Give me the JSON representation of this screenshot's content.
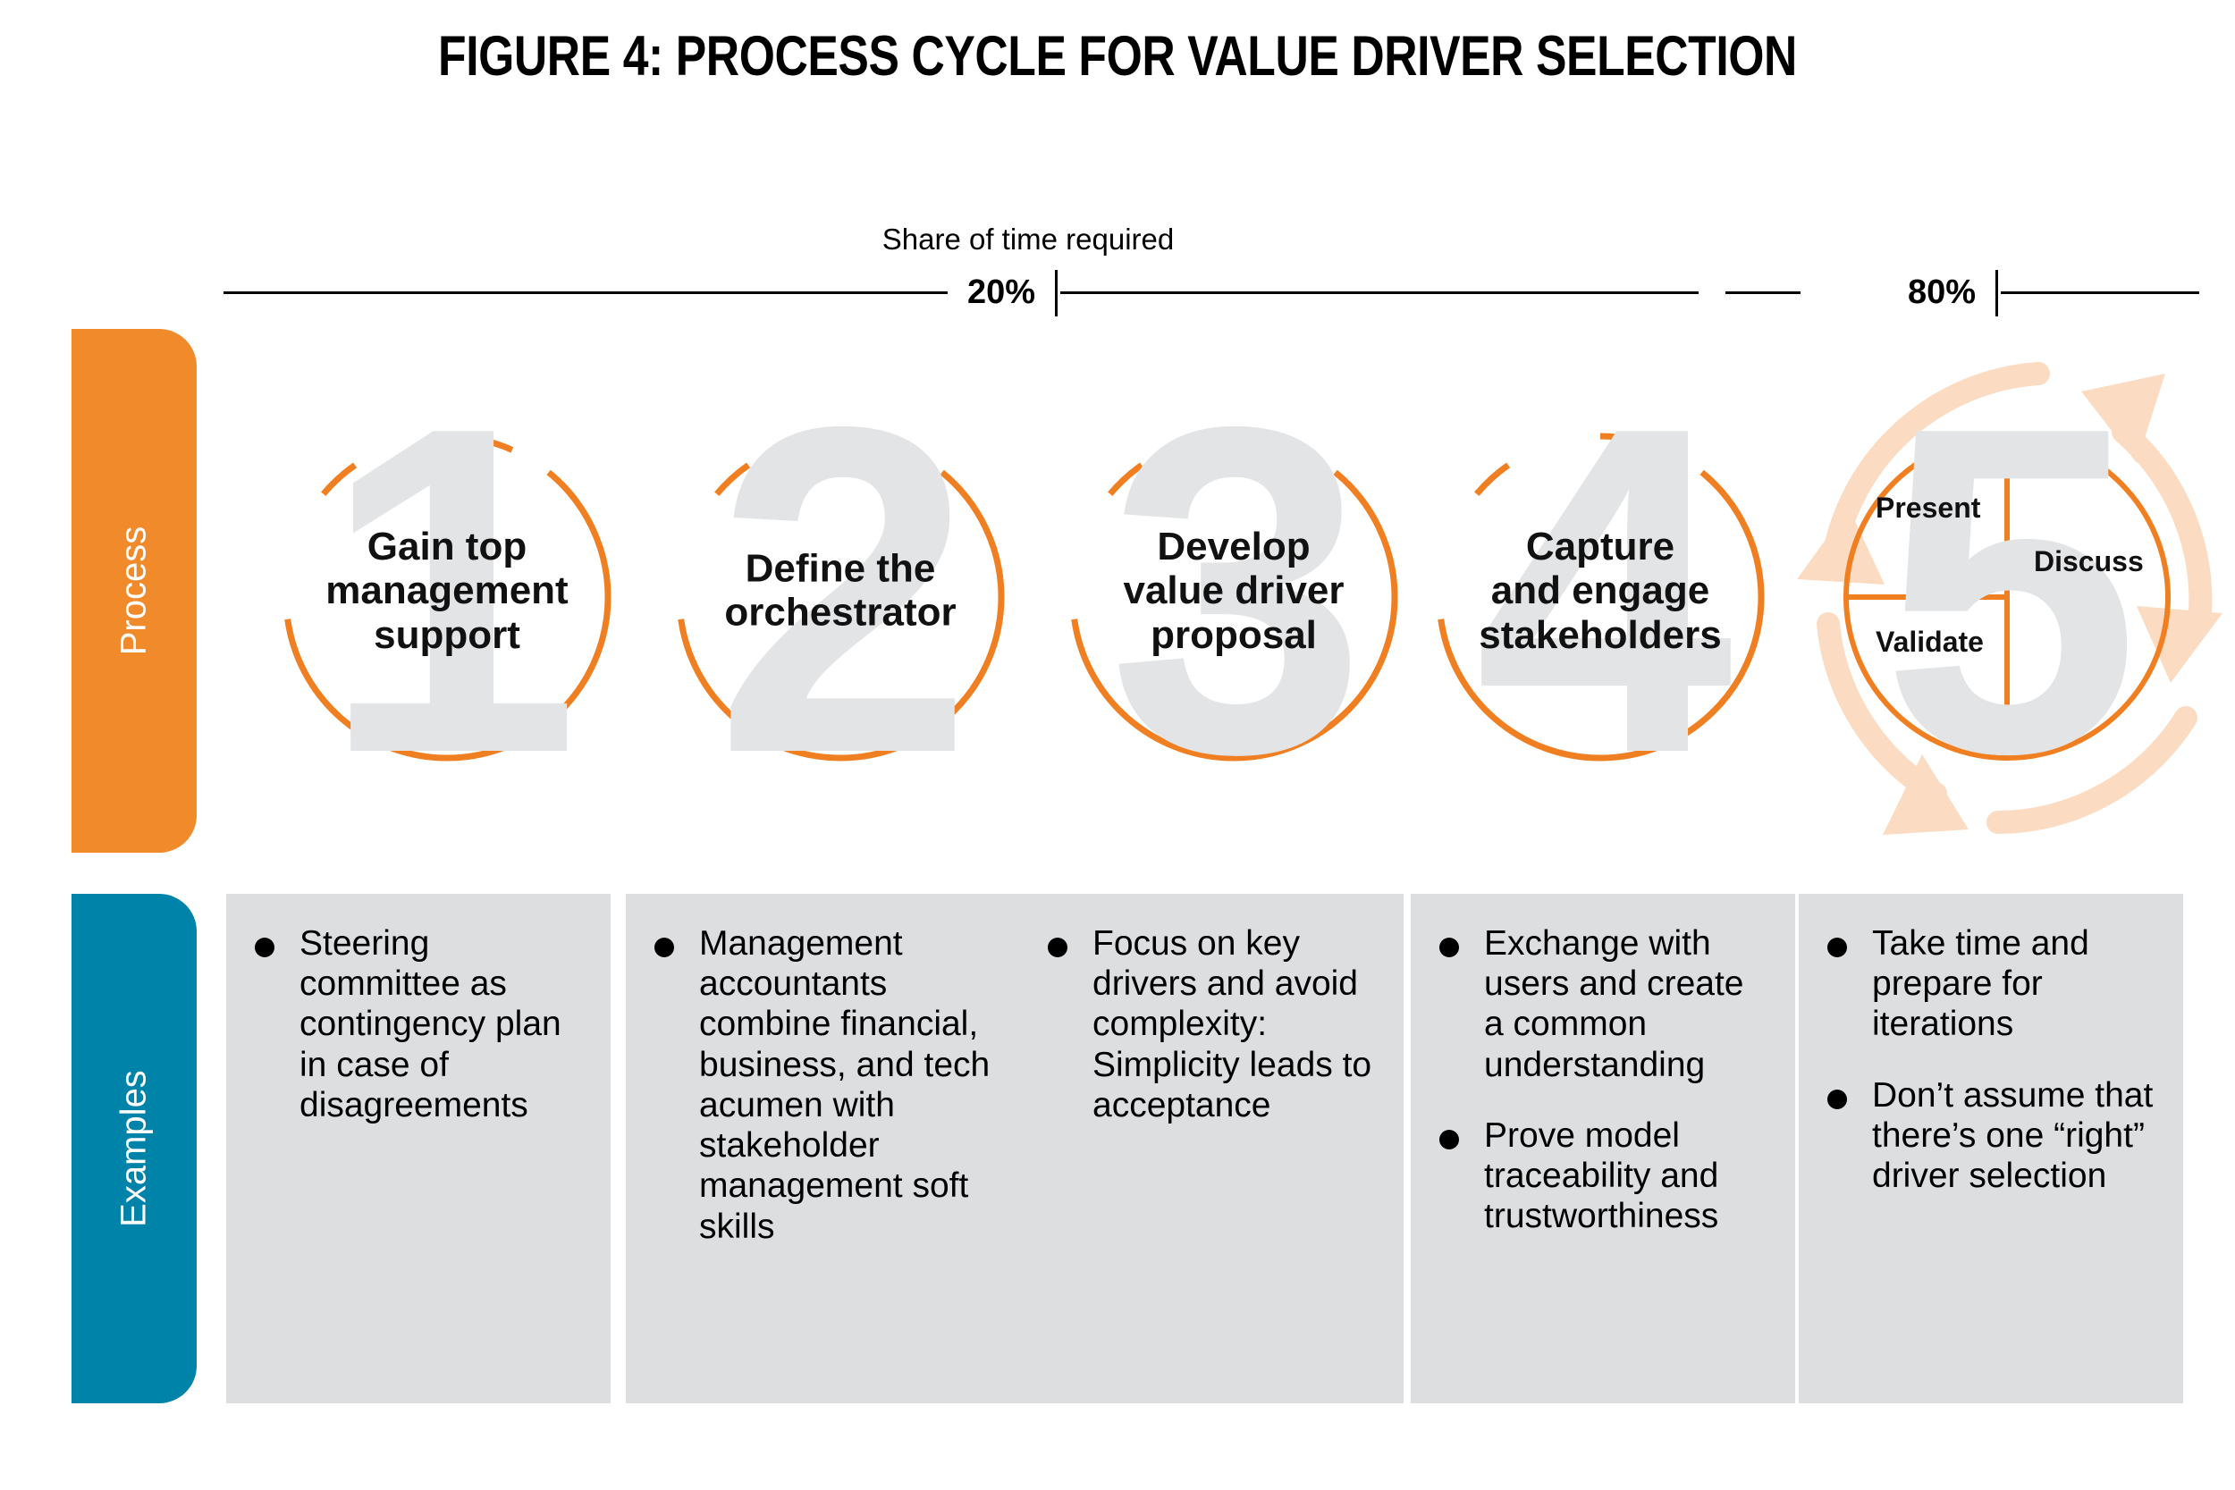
{
  "title": "FIGURE 4: PROCESS CYCLE FOR VALUE DRIVER SELECTION",
  "scale": {
    "caption": "Share of time required",
    "left_label": "20%",
    "right_label": "80%"
  },
  "rows": {
    "process_label": "Process",
    "examples_label": "Examples"
  },
  "colors": {
    "orange": "#F18A2B",
    "orange_ring": "#F07F22",
    "teal": "#0083A8",
    "ghost_gray": "#E2E4E6",
    "box_gray": "#DCDEE0",
    "arrow_peach": "#FBDCC2",
    "black": "#000000"
  },
  "steps": [
    {
      "number": "1",
      "label": "Gain top\nmanagement\nsupport"
    },
    {
      "number": "2",
      "label": "Define the\norchestrator"
    },
    {
      "number": "3",
      "label": "Develop\nvalue driver\nproposal"
    },
    {
      "number": "4",
      "label": "Capture\nand engage\nstakeholders"
    },
    {
      "number": "5",
      "label": "",
      "quadrants": {
        "present": "Present",
        "validate": "Validate",
        "discuss": "Discuss"
      }
    }
  ],
  "examples": [
    {
      "bullets": [
        "Steering committee as contingency plan in case of disagreements"
      ]
    },
    {
      "bullets": [
        "Management accountants combine financial, business, and tech acumen with stakeholder management soft skills"
      ]
    },
    {
      "bullets": [
        "Focus on key drivers and avoid complexity: Simplicity leads to acceptance"
      ]
    },
    {
      "bullets": [
        "Exchange with users and create a common understanding",
        "Prove model traceability and trustworthiness"
      ]
    },
    {
      "bullets": [
        "Take time and prepare for iterations",
        "Don’t assume that there’s one “right” driver selection"
      ]
    }
  ]
}
